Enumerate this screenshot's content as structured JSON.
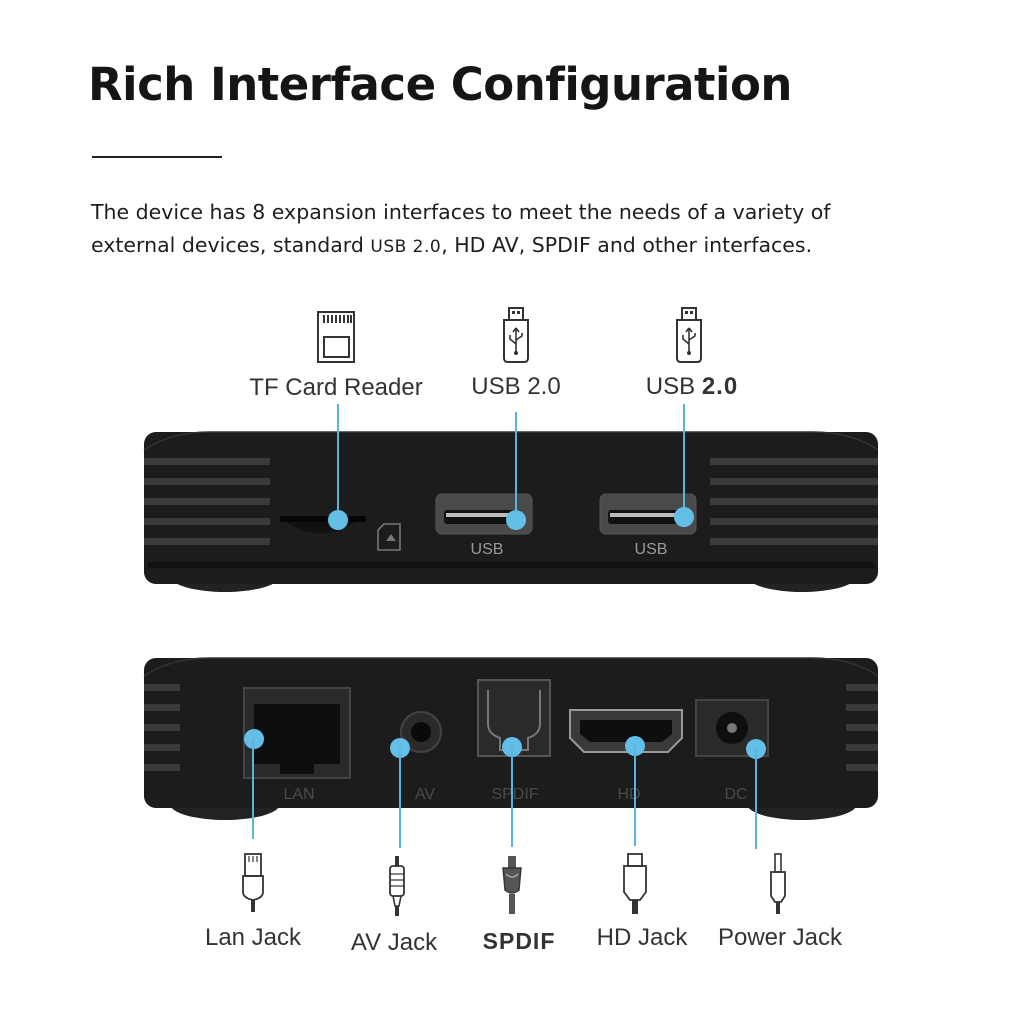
{
  "header": {
    "title": "Rich Interface Configuration",
    "description_line1": "The device has 8 expansion interfaces to meet the needs of a variety of",
    "description_line2_a": "external devices, standard ",
    "description_line2_usb": "USB 2.0",
    "description_line2_b": ", HD  AV, SPDIF and other interfaces."
  },
  "top_panel": {
    "callouts": {
      "tf_card": "TF Card Reader",
      "usb1": "USB 2.0",
      "usb2_prefix": "USB ",
      "usb2_version": "2.0"
    },
    "port_labels": {
      "usb1": "USB",
      "usb2": "USB"
    }
  },
  "bottom_panel": {
    "port_labels": {
      "lan": "LAN",
      "av": "AV",
      "spdif": "SPDIF",
      "hd": "HD",
      "dc": "DC"
    },
    "callouts": {
      "lan": "Lan Jack",
      "av": "AV Jack",
      "spdif": "SPDIF",
      "hd": "HD Jack",
      "power": "Power Jack"
    }
  },
  "colors": {
    "accent": "#63bfe8",
    "device_body": "#1c1c1c",
    "text": "#1a1a1a"
  },
  "icons": [
    "sd-card-icon",
    "usb-stick-icon",
    "rj45-plug-icon",
    "rca-plug-icon",
    "optical-plug-icon",
    "hdmi-plug-icon",
    "dc-plug-icon"
  ]
}
